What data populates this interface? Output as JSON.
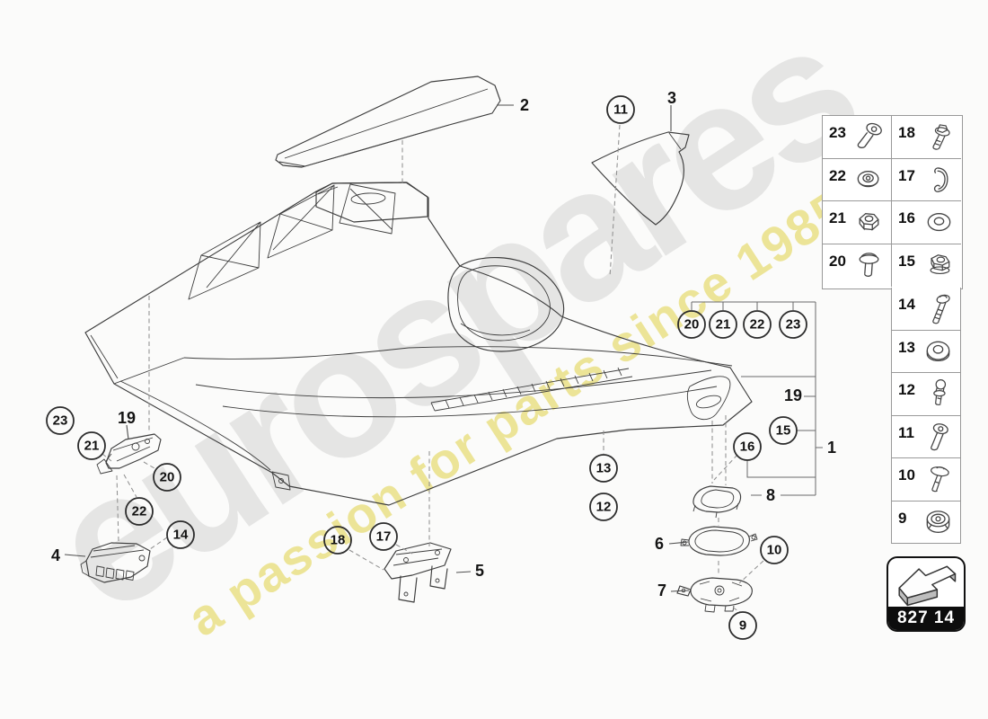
{
  "watermark": {
    "brand": "eurospares",
    "tagline": "a passion for parts since 1985"
  },
  "colors": {
    "background": "#fbfbfa",
    "line_art": "#3d3d3d",
    "watermark_gray": "#e4e4e4",
    "watermark_yellow": "#efe591",
    "code_bar": "#0d0d0d"
  },
  "labels": {
    "l1": "1",
    "l2": "2",
    "l3": "3",
    "l4": "4",
    "l5": "5",
    "l6": "6",
    "l7": "7",
    "l8": "8",
    "l19_left": "19",
    "l19_right": "19"
  },
  "callouts": {
    "c23_left": "23",
    "c21_left": "21",
    "c20_left": "20",
    "c22_left": "22",
    "c14": "14",
    "c18": "18",
    "c17": "17",
    "c11": "11",
    "c13": "13",
    "c12": "12",
    "c16": "16",
    "c15": "15",
    "c10": "10",
    "c9": "9",
    "c20_top": "20",
    "c21_top": "21",
    "c22_top": "22",
    "c23_top": "23"
  },
  "sidebar": {
    "paired_rows": [
      {
        "left": {
          "num": "23",
          "icon": "cheese-head-screw"
        },
        "right": {
          "num": "18",
          "icon": "flange-screw"
        }
      },
      {
        "left": {
          "num": "22",
          "icon": "dome-grommet"
        },
        "right": {
          "num": "17",
          "icon": "spring-clip"
        }
      },
      {
        "left": {
          "num": "21",
          "icon": "hex-nut"
        },
        "right": {
          "num": "16",
          "icon": "washer"
        }
      },
      {
        "left": {
          "num": "20",
          "icon": "mushroom-stud"
        },
        "right": {
          "num": "15",
          "icon": "flange-lock-nut"
        }
      }
    ],
    "single_rows": [
      {
        "num": "14",
        "icon": "long-screw"
      },
      {
        "num": "13",
        "icon": "spacer-washer"
      },
      {
        "num": "12",
        "icon": "ball-stud"
      },
      {
        "num": "11",
        "icon": "pan-head-screw"
      },
      {
        "num": "10",
        "icon": "flat-head-screw"
      },
      {
        "num": "9",
        "icon": "round-grommet"
      }
    ],
    "part_code": "827 14"
  }
}
